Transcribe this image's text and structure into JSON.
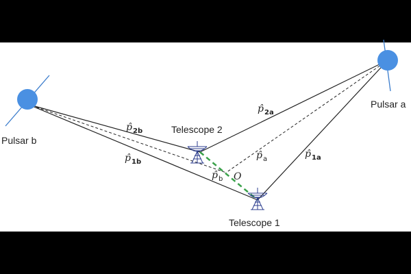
{
  "labels": {
    "pulsar_a": "Pulsar a",
    "pulsar_b": "Pulsar b",
    "telescope_1": "Telescope 1",
    "telescope_2": "Telescope 2",
    "origin": "O"
  },
  "vectors": {
    "p2a": {
      "symbol": "p̂",
      "subscript": "2a"
    },
    "p1a": {
      "symbol": "p̂",
      "subscript": "1a"
    },
    "pa": {
      "symbol": "p̂",
      "subscript": "a"
    },
    "p2b": {
      "symbol": "p̂",
      "subscript": "2b"
    },
    "p1b": {
      "symbol": "p̂",
      "subscript": "1b"
    },
    "pb": {
      "symbol": "p̂",
      "subscript": "b"
    }
  },
  "colors": {
    "background": "#ffffff",
    "letterbox": "#000000",
    "pulsar_fill": "#4a90e2",
    "pulsar_axis": "#3a7ccc",
    "baseline_dash": "#3aa14a",
    "line": "#222222",
    "telescope": "#2c3e8f"
  },
  "icons": {
    "pulsar": "pulsar-icon",
    "telescope": "radio-telescope-icon"
  }
}
